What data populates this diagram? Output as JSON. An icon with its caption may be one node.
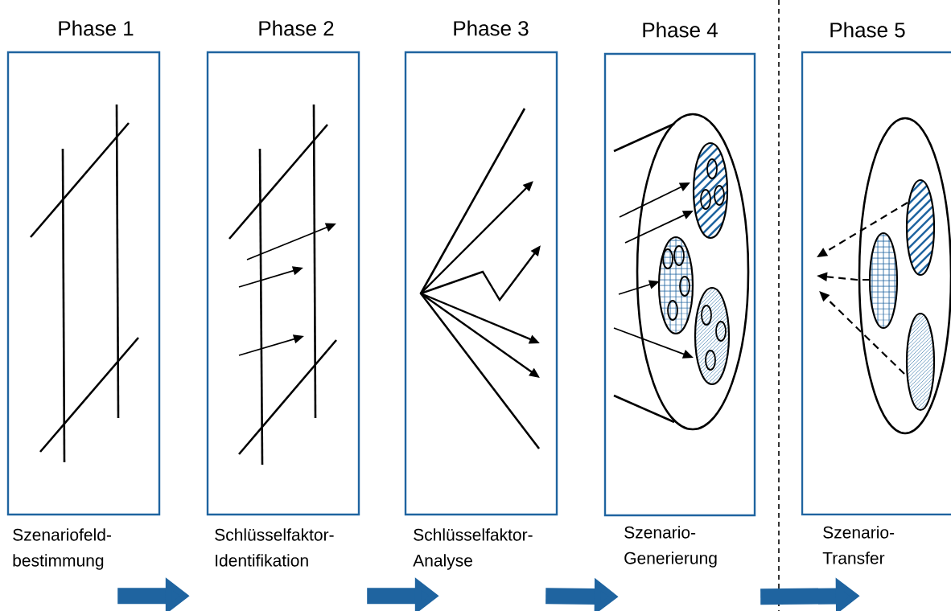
{
  "diagram": {
    "nodes": [
      {
        "text": [
          "Phase 1"
        ],
        "beside": [
          "Szenariofeld- bestimmung"
        ]
      },
      {
        "text": [
          "Phase 2"
        ],
        "beside": [
          "Schlüsselfaktor- Identifikation"
        ]
      },
      {
        "text": [
          "Phase 3"
        ],
        "beside": [
          "Schlüsselfaktor- Analyse"
        ]
      },
      {
        "text": [
          "Phase 4"
        ],
        "beside": [
          "Szenario- Generierung"
        ]
      },
      {
        "text": [
          "Phase 5"
        ],
        "beside": [
          "Szenario- Transfer"
        ]
      }
    ],
    "edges": [
      {
        "from": 0,
        "to": 1,
        "arrow": "to"
      },
      {
        "from": 1,
        "to": 2,
        "arrow": "to"
      },
      {
        "from": 2,
        "to": 3,
        "arrow": "to"
      },
      {
        "from": 3,
        "to": 4,
        "arrow": "to"
      }
    ]
  }
}
